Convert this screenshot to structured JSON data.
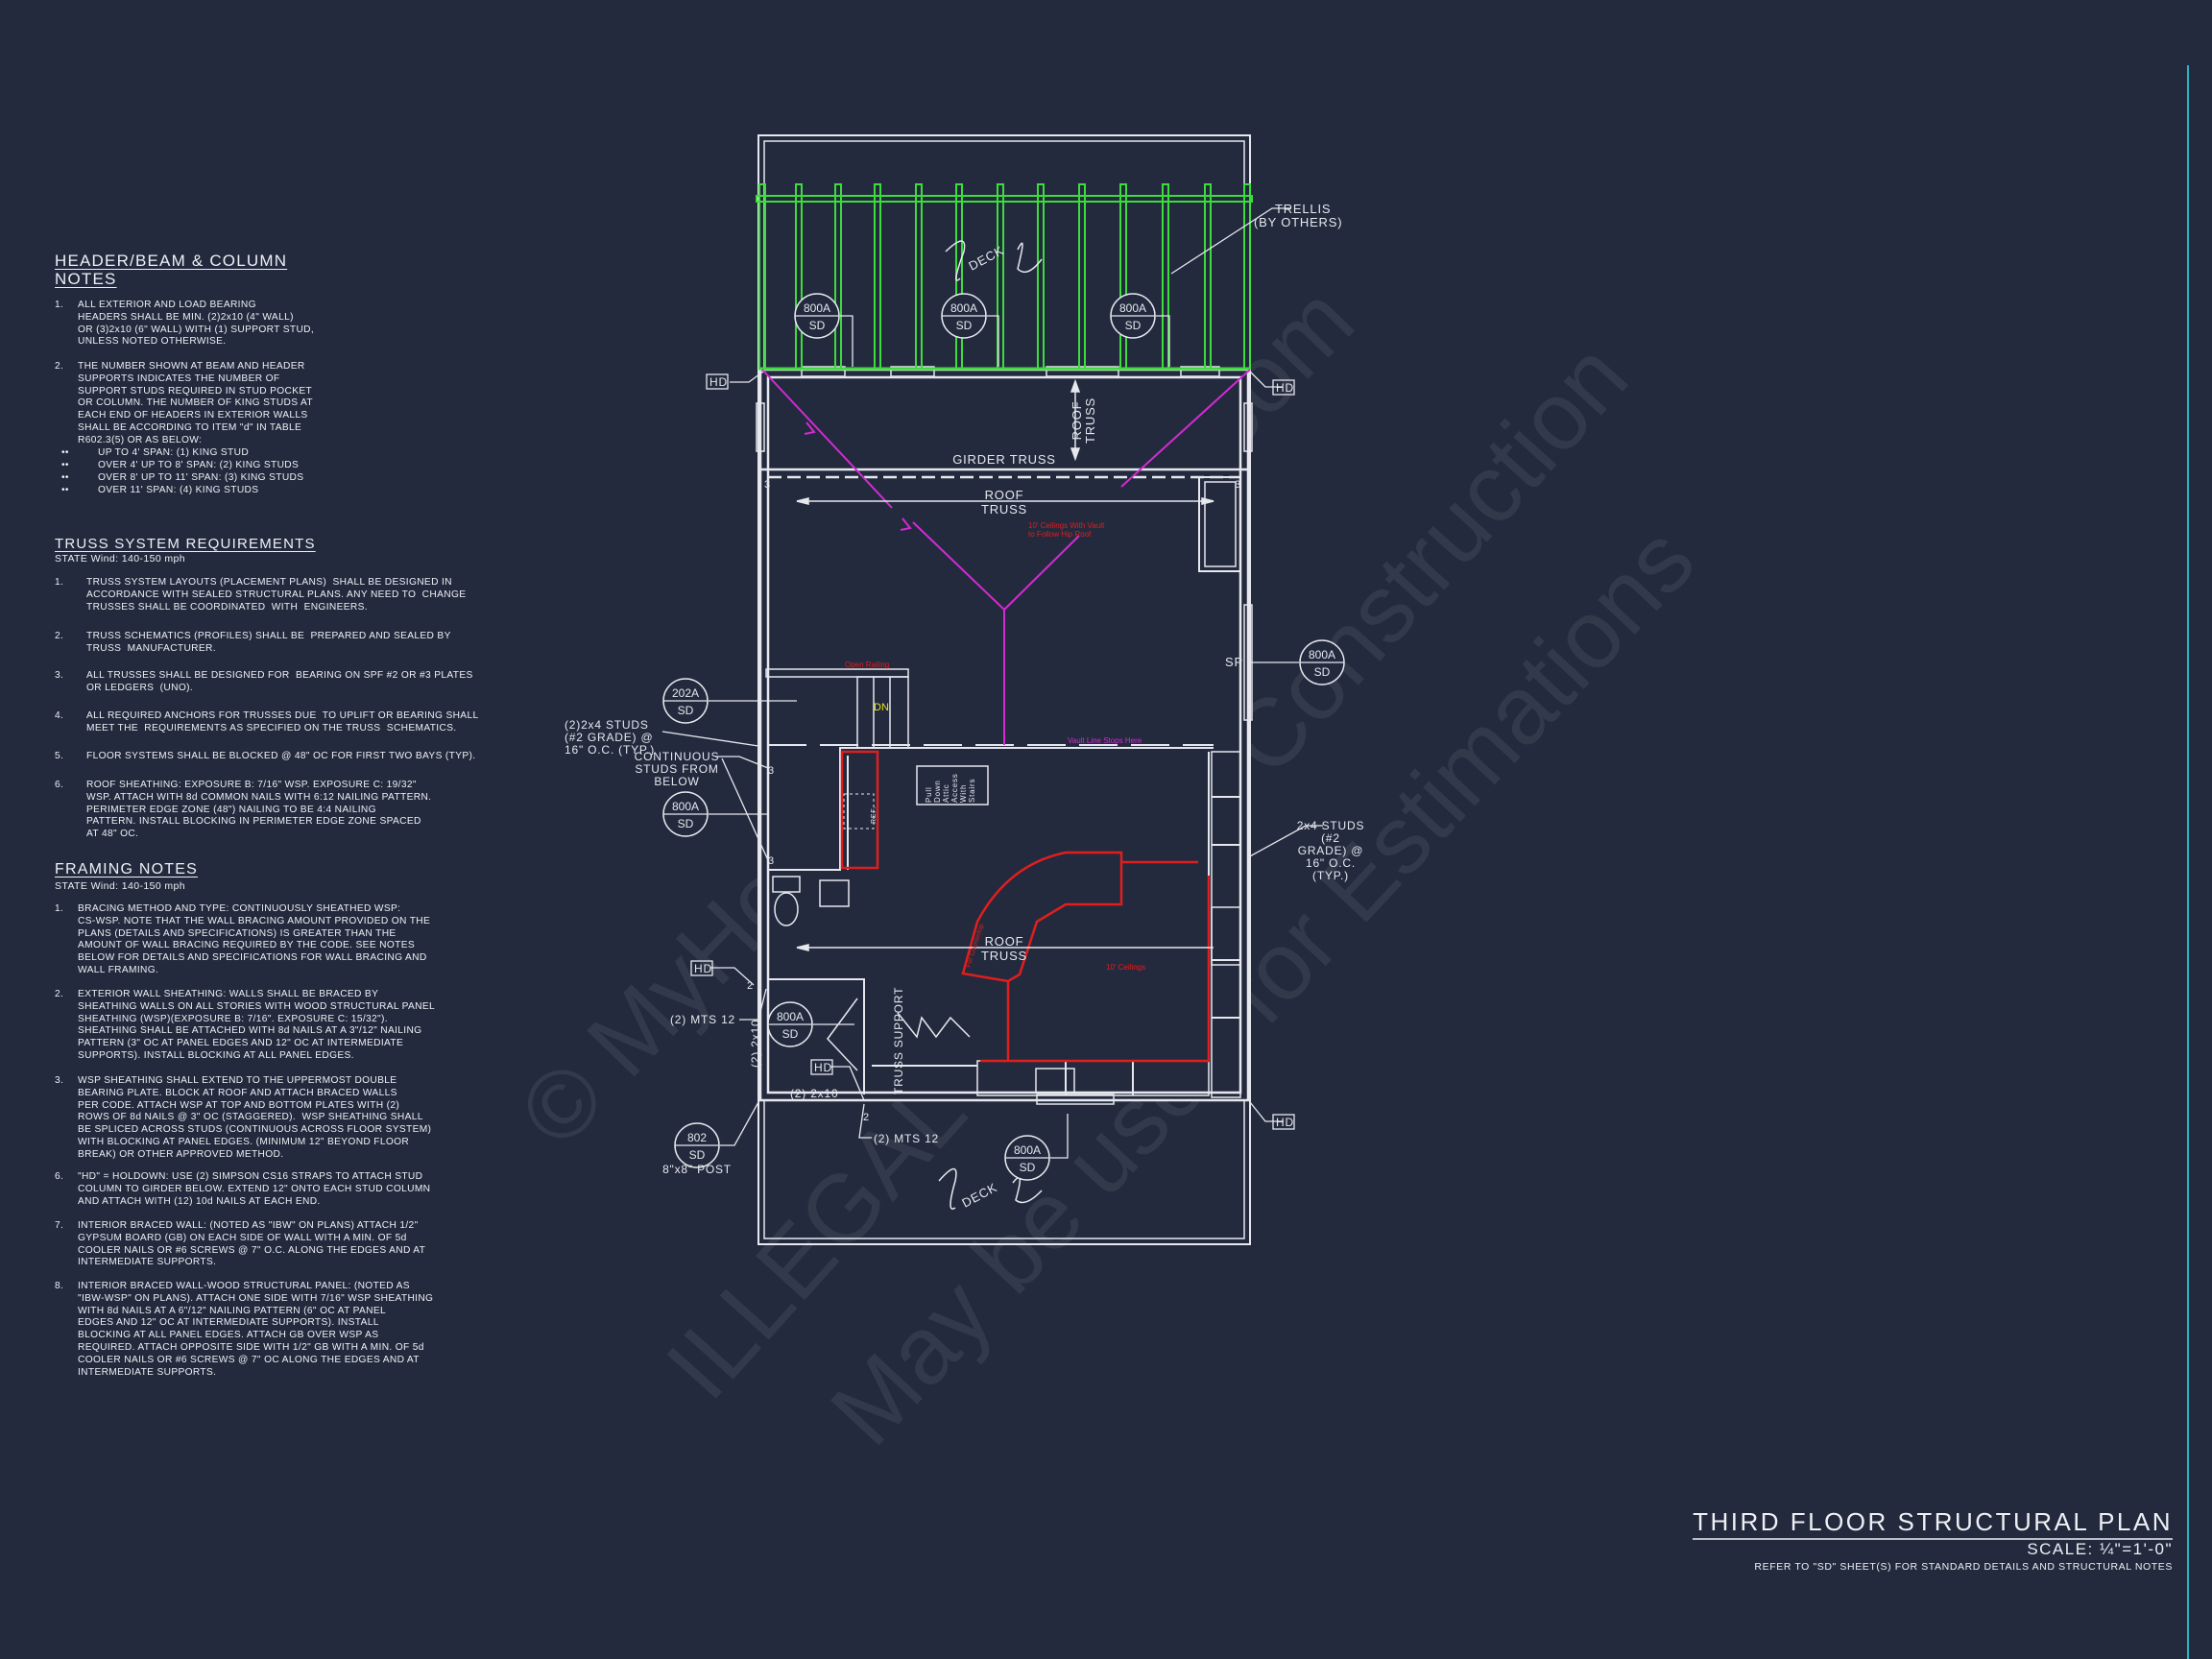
{
  "colors": {
    "background": "#232a3d",
    "line": "#e6e8ee",
    "trellis": "#3ddc3d",
    "hip": "#d22bd2",
    "kitchen": "#e01e1e",
    "stair_dn": "#e6e61e",
    "border": "#2bb3c0"
  },
  "notes": {
    "header_beam": {
      "title_line1": "HEADER/BEAM & COLUMN",
      "title_line2": "NOTES",
      "items": [
        {
          "num": "1.",
          "text": "ALL EXTERIOR AND LOAD BEARING\nHEADERS SHALL BE MIN. (2)2x10 (4\" WALL)\nOR (3)2x10 (6\" WALL) WITH (1) SUPPORT STUD,\nUNLESS NOTED OTHERWISE."
        },
        {
          "num": "2.",
          "text": "THE NUMBER SHOWN AT BEAM AND HEADER\nSUPPORTS INDICATES THE NUMBER OF\nSUPPORT STUDS REQUIRED IN STUD POCKET\nOR COLUMN. THE NUMBER OF KING STUDS AT\nEACH END OF HEADERS IN EXTERIOR WALLS\nSHALL BE ACCORDING TO ITEM \"d\" IN TABLE\nR602.3(5) OR AS BELOW:"
        }
      ],
      "bullets": [
        {
          "mark": "••",
          "text": "UP TO 4' SPAN: (1) KING STUD"
        },
        {
          "mark": "••",
          "text": "OVER 4' UP TO 8' SPAN: (2) KING STUDS"
        },
        {
          "mark": "••",
          "text": "OVER 8' UP TO 11' SPAN: (3) KING STUDS"
        },
        {
          "mark": "••",
          "text": "OVER 11' SPAN: (4) KING STUDS"
        }
      ]
    },
    "truss": {
      "title": "TRUSS SYSTEM REQUIREMENTS",
      "subtitle": "STATE Wind: 140-150 mph",
      "items": [
        {
          "num": "1.",
          "text": "TRUSS SYSTEM LAYOUTS (PLACEMENT PLANS)  SHALL BE DESIGNED IN\nACCORDANCE WITH SEALED STRUCTURAL PLANS. ANY NEED TO  CHANGE\nTRUSSES SHALL BE COORDINATED  WITH  ENGINEERS."
        },
        {
          "num": "2.",
          "text": "TRUSS SCHEMATICS (PROFILES) SHALL BE  PREPARED AND SEALED BY\nTRUSS  MANUFACTURER."
        },
        {
          "num": "3.",
          "text": "ALL TRUSSES SHALL BE DESIGNED FOR  BEARING ON SPF #2 OR #3 PLATES\nOR LEDGERS  (UNO)."
        },
        {
          "num": "4.",
          "text": "ALL REQUIRED ANCHORS FOR TRUSSES DUE  TO UPLIFT OR BEARING SHALL\nMEET THE  REQUIREMENTS AS SPECIFIED ON THE TRUSS  SCHEMATICS."
        },
        {
          "num": "5.",
          "text": "FLOOR SYSTEMS SHALL BE BLOCKED @ 48\" OC FOR FIRST TWO BAYS (TYP)."
        },
        {
          "num": "6.",
          "text": "ROOF SHEATHING: EXPOSURE B: 7/16\" WSP. EXPOSURE C: 19/32\"\nWSP. ATTACH WITH 8d COMMON NAILS WITH 6:12 NAILING PATTERN.\nPERIMETER EDGE ZONE (48\") NAILING TO BE 4:4 NAILING\nPATTERN. INSTALL BLOCKING IN PERIMETER EDGE ZONE SPACED\nAT 48\" OC."
        }
      ]
    },
    "framing": {
      "title": "FRAMING NOTES",
      "subtitle": "STATE Wind: 140-150 mph",
      "items": [
        {
          "num": "1.",
          "text": "BRACING METHOD AND TYPE: CONTINUOUSLY SHEATHED WSP:\nCS-WSP. NOTE THAT THE WALL BRACING AMOUNT PROVIDED ON THE\nPLANS (DETAILS AND SPECIFICATIONS) IS GREATER THAN THE\nAMOUNT OF WALL BRACING REQUIRED BY THE CODE. SEE NOTES\nBELOW FOR DETAILS AND SPECIFICATIONS FOR WALL BRACING AND\nWALL FRAMING."
        },
        {
          "num": "2.",
          "text": "EXTERIOR WALL SHEATHING: WALLS SHALL BE BRACED BY\nSHEATHING WALLS ON ALL STORIES WITH WOOD STRUCTURAL PANEL\nSHEATHING (WSP)(EXPOSURE B: 7/16\". EXPOSURE C: 15/32\").\nSHEATHING SHALL BE ATTACHED WITH 8d NAILS AT A 3\"/12\" NAILING\nPATTERN (3\" OC AT PANEL EDGES AND 12\" OC AT INTERMEDIATE\nSUPPORTS). INSTALL BLOCKING AT ALL PANEL EDGES."
        },
        {
          "num": "3.",
          "text": "WSP SHEATHING SHALL EXTEND TO THE UPPERMOST DOUBLE\nBEARING PLATE. BLOCK AT ROOF AND ATTACH BRACED WALLS\nPER CODE. ATTACH WSP AT TOP AND BOTTOM PLATES WITH (2)\nROWS OF 8d NAILS @ 3\" OC (STAGGERED).  WSP SHEATHING SHALL\nBE SPLICED ACROSS STUDS (CONTINUOUS ACROSS FLOOR SYSTEM)\nWITH BLOCKING AT PANEL EDGES. (MINIMUM 12\" BEYOND FLOOR\nBREAK) OR OTHER APPROVED METHOD."
        },
        {
          "num": "6.",
          "text": "\"HD\" = HOLDOWN: USE (2) SIMPSON CS16 STRAPS TO ATTACH STUD\nCOLUMN TO GIRDER BELOW. EXTEND 12\" ONTO EACH STUD COLUMN\nAND ATTACH WITH (12) 10d NAILS AT EACH END."
        },
        {
          "num": "7.",
          "text": "INTERIOR BRACED WALL: (NOTED AS \"IBW\" ON PLANS) ATTACH 1/2\"\nGYPSUM BOARD (GB) ON EACH SIDE OF WALL WITH A MIN. OF 5d\nCOOLER NAILS OR #6 SCREWS @ 7\" O.C. ALONG THE EDGES AND AT\nINTERMEDIATE SUPPORTS."
        },
        {
          "num": "8.",
          "text": "INTERIOR BRACED WALL-WOOD STRUCTURAL PANEL: (NOTED AS\n\"IBW-WSP\" ON PLANS). ATTACH ONE SIDE WITH 7/16\" WSP SHEATHING\nWITH 8d NAILS AT A 6\"/12\" NAILING PATTERN (6\" OC AT PANEL\nEDGES AND 12\" OC AT INTERMEDIATE SUPPORTS). INSTALL\nBLOCKING AT ALL PANEL EDGES. ATTACH GB OVER WSP AS\nREQUIRED. ATTACH OPPOSITE SIDE WITH 1/2\" GB WITH A MIN. OF 5d\nCOOLER NAILS OR #6 SCREWS @ 7\" OC ALONG THE EDGES AND AT\nINTERMEDIATE SUPPORTS."
        }
      ]
    }
  },
  "plan": {
    "trellis_line1": "TRELLIS",
    "trellis_line2": "(BY OTHERS)",
    "deck": "DECK",
    "girder_truss": "GIRDER TRUSS",
    "roof": "ROOF",
    "truss": "TRUSS",
    "hd": "HD",
    "vault_note_line1": "10' Ceilings With Vault",
    "vault_note_line2": "to Follow Hip Roof",
    "vault_line": "Vault Line Stops Here",
    "ceilings": "10' Ceilings",
    "open_railing": "Open Railing",
    "dn": "DN",
    "ref": "REF.",
    "attic_access": [
      "Pull",
      "Down",
      "Attic",
      "Access",
      "With",
      "Stairs"
    ],
    "for_countertop": "For Countertop",
    "sp": "SP",
    "num_3": "3",
    "num_2": "2",
    "studs_left": [
      "(2)2x4 STUDS",
      "(#2 GRADE) @",
      "16\" O.C. (TYP.)"
    ],
    "continuous_studs": [
      "CONTINUOUS",
      "STUDS FROM",
      "BELOW"
    ],
    "studs_right": [
      "2x4 STUDS",
      "(#2",
      "GRADE) @",
      "16\" O.C.",
      "(TYP.)"
    ],
    "mts_12": "(2) MTS 12",
    "two_2x10": "(2) 2x10",
    "truss_support": "TRUSS SUPPORT",
    "post": "8\"x8\" POST",
    "bubbles": [
      {
        "top": "800A",
        "bottom": "SD"
      },
      {
        "top": "800A",
        "bottom": "SD"
      },
      {
        "top": "800A",
        "bottom": "SD"
      },
      {
        "top": "800A",
        "bottom": "SD"
      },
      {
        "top": "202A",
        "bottom": "SD"
      },
      {
        "top": "800A",
        "bottom": "SD"
      },
      {
        "top": "800A",
        "bottom": "SD"
      },
      {
        "top": "802",
        "bottom": "SD"
      },
      {
        "top": "800A",
        "bottom": "SD"
      }
    ]
  },
  "title_block": {
    "title": "THIRD FLOOR STRUCTURAL PLAN",
    "scale": "SCALE: ¼\"=1'-0\"",
    "refer": "REFER TO \"SD\" SHEET(S) FOR STANDARD DETAILS AND STRUCTURAL NOTES"
  },
  "watermark": [
    "© MyHomeFloorPlans.com",
    "ILLEGAL to use for Construction",
    "May be used for Estimations"
  ]
}
